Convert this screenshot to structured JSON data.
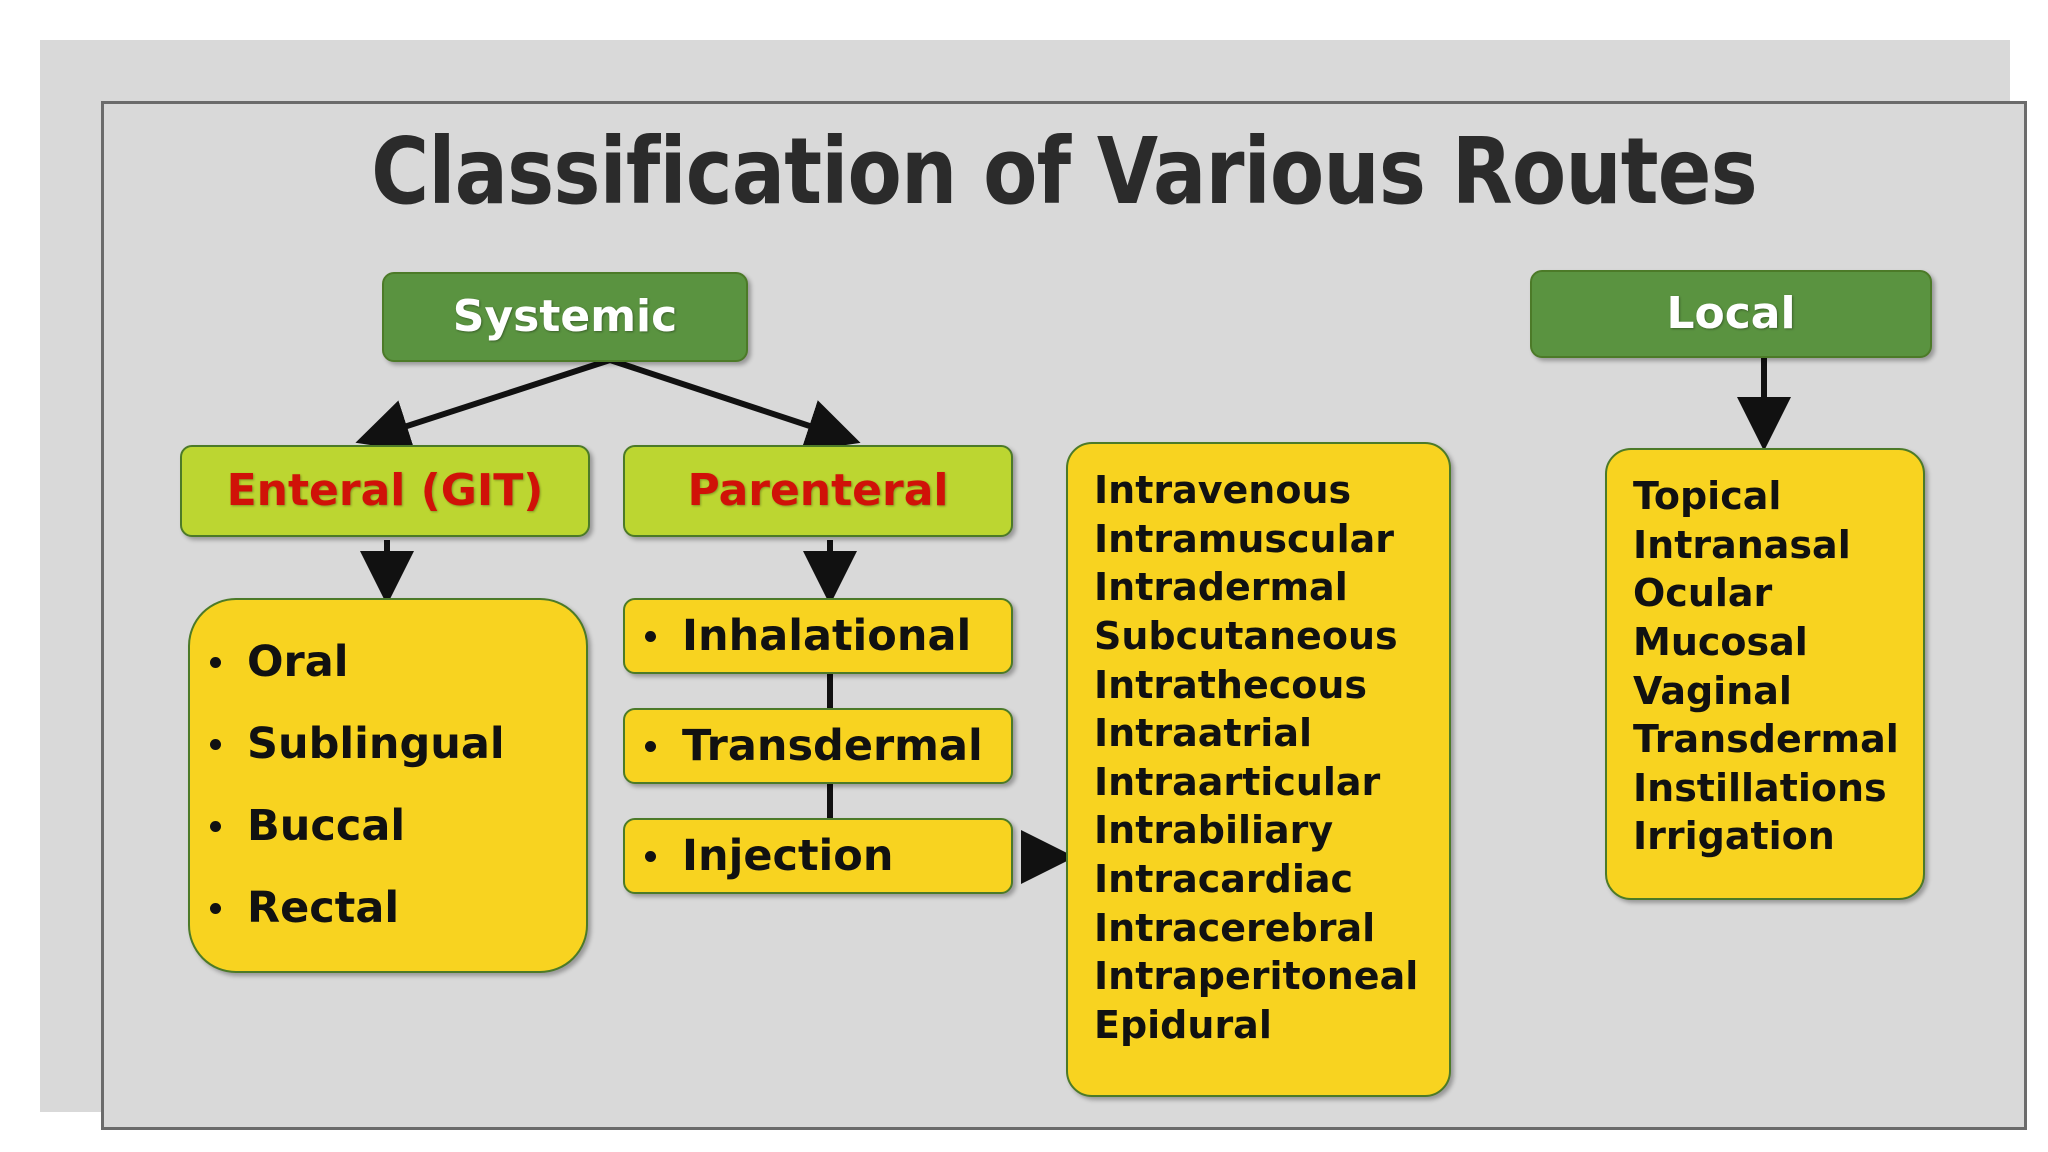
{
  "slide": {
    "title": "Classification of Various Routes",
    "background_color": "#d9d9d9",
    "frame_border_color": "#6b6b6b"
  },
  "colors": {
    "green": "#5a9340",
    "lime": "#bcd631",
    "yellow": "#f8d320",
    "red_text": "#d01208",
    "border_green": "#4c7a28",
    "title_text": "#2b2b2b"
  },
  "nodes": {
    "systemic": {
      "label": "Systemic"
    },
    "local": {
      "label": "Local"
    },
    "enteral": {
      "label": "Enteral (GIT)"
    },
    "parenteral": {
      "label": "Parenteral"
    }
  },
  "enteral_routes": [
    {
      "label": "Oral"
    },
    {
      "label": "Sublingual"
    },
    {
      "label": "Buccal"
    },
    {
      "label": "Rectal"
    }
  ],
  "parenteral_routes": [
    {
      "label": "Inhalational"
    },
    {
      "label": "Transdermal"
    },
    {
      "label": "Injection"
    }
  ],
  "injection_routes": [
    "Intravenous",
    "Intramuscular",
    "Intradermal",
    "Subcutaneous",
    "Intrathecous",
    "Intraatrial",
    "Intraarticular",
    "Intrabiliary",
    "Intracardiac",
    "Intracerebral",
    "Intraperitoneal",
    "Epidural"
  ],
  "local_routes": [
    "Topical",
    "Intranasal",
    "Ocular",
    "Mucosal",
    "Vaginal",
    "Transdermal",
    "Instillations",
    "Irrigation"
  ]
}
